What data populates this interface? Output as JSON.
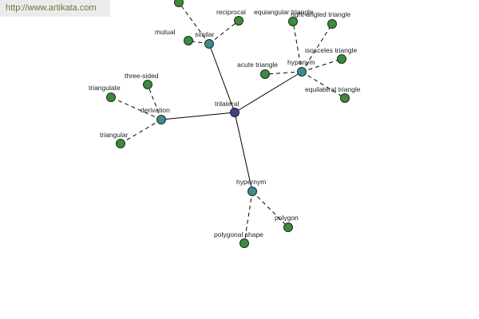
{
  "watermark": {
    "url": "http://www.artikata.com"
  },
  "colors": {
    "center": "#3d3f8f",
    "hub": "#3f8b8d",
    "leaf": "#3c8a3c"
  },
  "graph": {
    "nodes": [
      {
        "id": "trilateral",
        "label": "trilateral",
        "kind": "center"
      },
      {
        "id": "similar",
        "label": "similar",
        "kind": "hub"
      },
      {
        "id": "hyponym",
        "label": "hyponym",
        "kind": "hub"
      },
      {
        "id": "derivation",
        "label": "derivation",
        "kind": "hub"
      },
      {
        "id": "hypernym",
        "label": "hypernym",
        "kind": "hub"
      },
      {
        "id": "top-leaf",
        "label": "",
        "kind": "leaf"
      },
      {
        "id": "reciprocal",
        "label": "reciprocal",
        "kind": "leaf"
      },
      {
        "id": "mutual",
        "label": "mutual",
        "kind": "leaf"
      },
      {
        "id": "equiangular-triangle",
        "label": "equiangular triangle",
        "kind": "leaf"
      },
      {
        "id": "right-angled-triangle",
        "label": "right-angled triangle",
        "kind": "leaf"
      },
      {
        "id": "isosceles-triangle",
        "label": "isosceles triangle",
        "kind": "leaf"
      },
      {
        "id": "acute-triangle",
        "label": "acute triangle",
        "kind": "leaf"
      },
      {
        "id": "equilateral-triangle",
        "label": "equilateral triangle",
        "kind": "leaf"
      },
      {
        "id": "three-sided",
        "label": "three-sided",
        "kind": "leaf"
      },
      {
        "id": "triangulate",
        "label": "triangulate",
        "kind": "leaf"
      },
      {
        "id": "triangular",
        "label": "triangular",
        "kind": "leaf"
      },
      {
        "id": "polygon",
        "label": "polygon",
        "kind": "leaf"
      },
      {
        "id": "polygonal-shape",
        "label": "polygonal shape",
        "kind": "leaf"
      }
    ],
    "edges": [
      {
        "from": "trilateral",
        "to": "similar",
        "style": "solid"
      },
      {
        "from": "trilateral",
        "to": "hyponym",
        "style": "solid"
      },
      {
        "from": "trilateral",
        "to": "derivation",
        "style": "solid"
      },
      {
        "from": "trilateral",
        "to": "hypernym",
        "style": "solid"
      },
      {
        "from": "similar",
        "to": "top-leaf",
        "style": "dashed"
      },
      {
        "from": "similar",
        "to": "reciprocal",
        "style": "dashed"
      },
      {
        "from": "similar",
        "to": "mutual",
        "style": "dashed"
      },
      {
        "from": "hyponym",
        "to": "equiangular-triangle",
        "style": "dashed"
      },
      {
        "from": "hyponym",
        "to": "right-angled-triangle",
        "style": "dashed"
      },
      {
        "from": "hyponym",
        "to": "isosceles-triangle",
        "style": "dashed"
      },
      {
        "from": "hyponym",
        "to": "acute-triangle",
        "style": "dashed"
      },
      {
        "from": "hyponym",
        "to": "equilateral-triangle",
        "style": "dashed"
      },
      {
        "from": "derivation",
        "to": "three-sided",
        "style": "dashed"
      },
      {
        "from": "derivation",
        "to": "triangulate",
        "style": "dashed"
      },
      {
        "from": "derivation",
        "to": "triangular",
        "style": "dashed"
      },
      {
        "from": "hypernym",
        "to": "polygon",
        "style": "dashed"
      },
      {
        "from": "hypernym",
        "to": "polygonal-shape",
        "style": "dashed"
      }
    ]
  }
}
